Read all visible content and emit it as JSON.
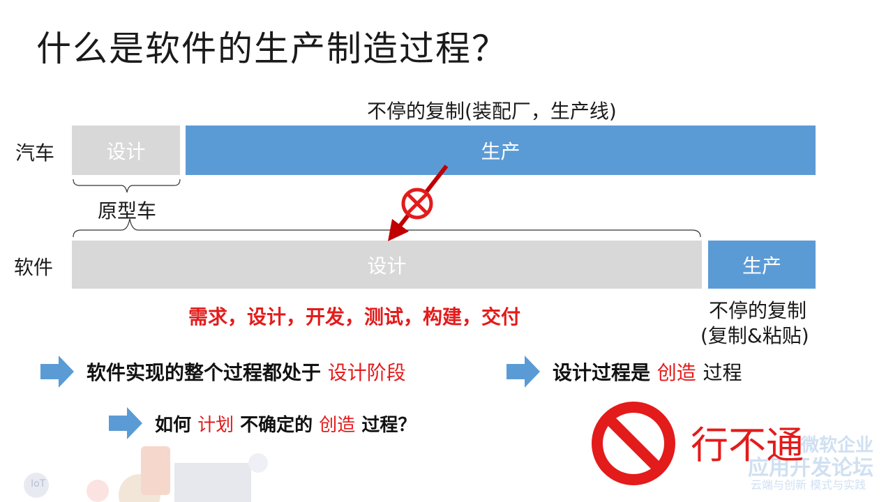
{
  "title": "什么是软件的生产制造过程？",
  "top_caption": "不停的复制(装配厂，生产线)",
  "car": {
    "label": "汽车",
    "design": "设计",
    "production": "生产",
    "prototype": "原型车"
  },
  "software": {
    "label": "软件",
    "design": "设计",
    "production": "生产",
    "steps": "需求，设计，开发，测试，构建，交付",
    "copy_line1": "不停的复制",
    "copy_line2": "(复制&粘贴)"
  },
  "bullets": {
    "b1_text": "软件实现的整个过程都处于",
    "b1_red": "设计阶段",
    "b2_text": "设计过程是",
    "b2_red": "创造",
    "b2_tail": "过程",
    "b3_pre": "如何",
    "b3_red1": "计划",
    "b3_mid": "不确定的",
    "b3_red2": "创造",
    "b3_tail": "过程？"
  },
  "not_work": "行不通",
  "watermark": {
    "line1": "微软企业",
    "line2": "应用开发论坛",
    "line3": "云端与创新 模式与实践",
    "iot": "IoT"
  },
  "colors": {
    "blue": "#5b9bd5",
    "grey": "#d8d8d8",
    "red": "#e31b1b",
    "darkred": "#c00000"
  }
}
